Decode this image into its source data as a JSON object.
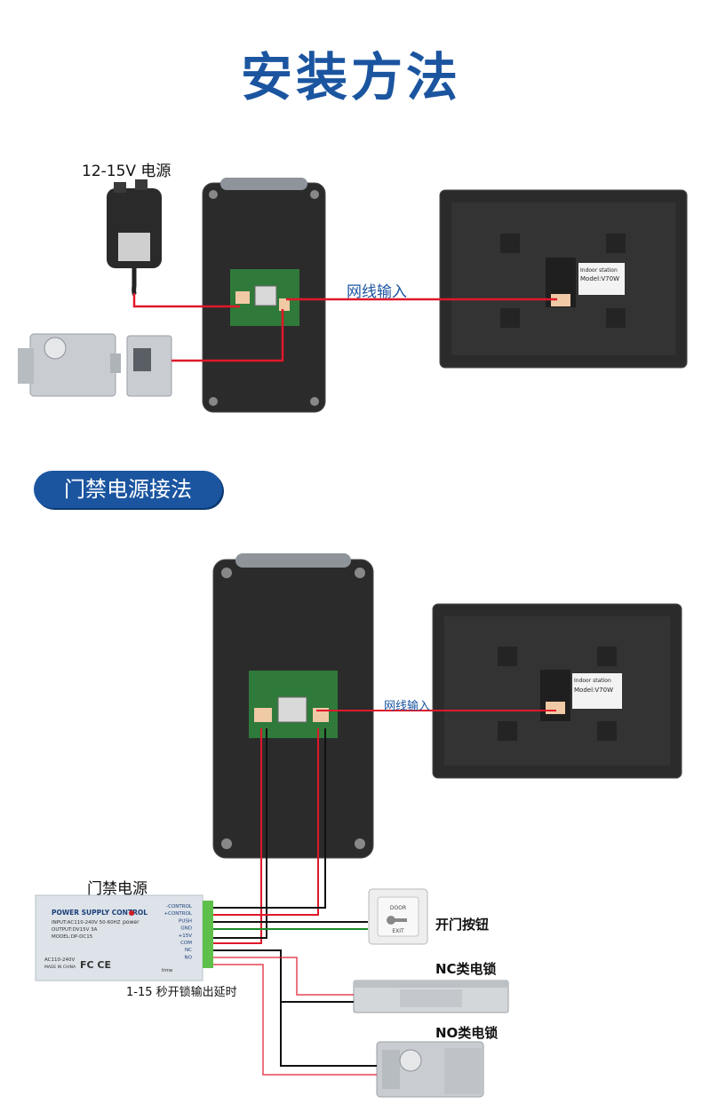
{
  "header": {
    "title": "安装方法"
  },
  "section1": {
    "power_label": "12-15V 电源",
    "network_label": "网线输入"
  },
  "section2": {
    "pill": "门禁电源接法",
    "network_label": "网线输入",
    "psu_label": "门禁电源",
    "delay_label": "1-15 秒开锁输出延时",
    "exit_button_label": "开门按钮",
    "nc_lock_label": "NC类电锁",
    "no_lock_label": "NO类电锁"
  },
  "psu": {
    "title": "POWER SUPPLY CONTROL",
    "spec1": "INPUT:AC110-240V 50-60HZ",
    "spec2": "OUTPUT:DV15V 3A",
    "spec3": "MODEL:DP-DC15",
    "power": "power",
    "side": "AC110-240V",
    "bottom1": "AC110-240V",
    "bottom2": "MADE IN CHINA",
    "time": "time",
    "terminals": [
      "-CONTROL",
      "+CONTROL",
      "PUSH",
      "GND",
      "+15V",
      "COM",
      "NC",
      "NO"
    ]
  },
  "monitor": {
    "label_line1": "Indoor station",
    "label_line2": "Model:V70W"
  },
  "exit_button": {
    "top": "DOOR",
    "bottom": "EXIT"
  },
  "colors": {
    "title": "#1b55a0",
    "wire_red": "#e0182a",
    "wire_black": "#111111",
    "wire_green": "#1c8a2a",
    "device": "#2b2b2b"
  }
}
